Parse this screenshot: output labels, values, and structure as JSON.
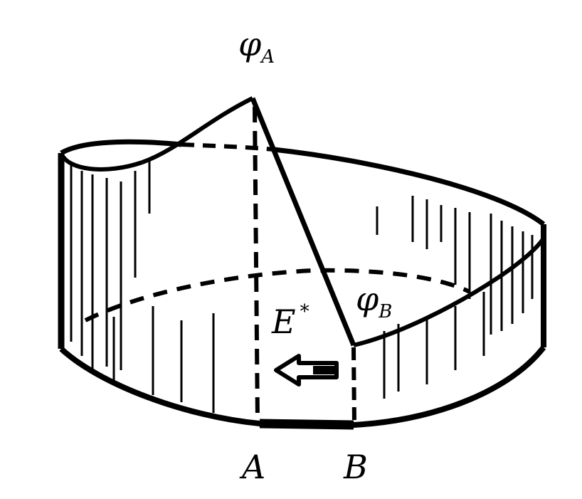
{
  "labels": {
    "phi_a": {
      "symbol": "φ",
      "sub": "A"
    },
    "phi_b": {
      "symbol": "φ",
      "sub": "B"
    },
    "energy": {
      "symbol": "E",
      "sup": "*"
    },
    "point_a": "A",
    "point_b": "B"
  },
  "colors": {
    "ink": "#000000",
    "paper": "#ffffff"
  }
}
